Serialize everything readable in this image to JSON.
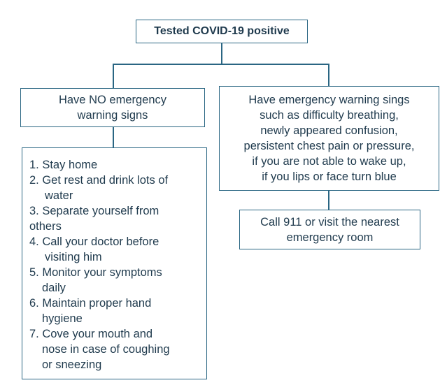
{
  "root": "Tested COVID-19 positive",
  "left": {
    "lines": [
      "Have NO emergency",
      "warning signs"
    ]
  },
  "right": {
    "lines": [
      "Have emergency warning sings",
      "such as difficulty breathing,",
      "newly appeared confusion,",
      "persistent chest pain or pressure,",
      "if you are not able to wake up,",
      "if you lips or face turn blue"
    ]
  },
  "emergency": {
    "lines": [
      "Call 911 or visit the nearest",
      "emergency room"
    ]
  },
  "steps": [
    {
      "first": "1. Stay home",
      "rest": ""
    },
    {
      "first": "2. Get rest and drink lots of",
      "rest": "water"
    },
    {
      "first": "3. Separate yourself from",
      "rest": "others"
    },
    {
      "first": "4. Call your doctor before",
      "rest": "visiting him"
    },
    {
      "first": "5. Monitor your symptoms",
      "rest": "daily"
    },
    {
      "first": "6. Maintain proper hand",
      "rest": "hygiene"
    },
    {
      "first": "7. Cove your mouth and",
      "rest": "nose in case of coughing",
      "rest2": "or sneezing"
    }
  ],
  "colors": {
    "border": "#2a6683",
    "text": "#1f3a4d"
  }
}
